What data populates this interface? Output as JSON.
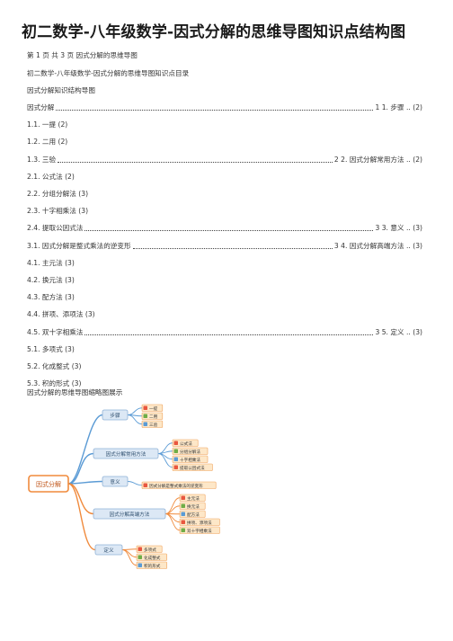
{
  "title": "初二数学-八年级数学-因式分解的思维导图知识点结构图",
  "page_info": "第 1 页 共 3 页 因式分解的思维导图",
  "subtitle": "初二数学-八年级数学-因式分解的思维导图知识点目录",
  "heading": "因式分解知识结构导图",
  "toc": [
    {
      "left": "因式分解",
      "right": "1 1. 步骤 .. (2)"
    },
    {
      "text": "1.1. 一提 (2)"
    },
    {
      "text": "1.2. 二用 (2)"
    },
    {
      "left": "1.3. 三验",
      "right": "2 2. 因式分解常用方法 .. (2)"
    },
    {
      "text": "2.1. 公式法 (2)"
    },
    {
      "text": "2.2. 分组分解法 (3)"
    },
    {
      "text": "2.3. 十字相乘法 (3)"
    },
    {
      "left": "2.4. 提取公因式法",
      "right": "3 3. 意义 .. (3)"
    },
    {
      "left": "3.1. 因式分解是整式乘法的逆变形",
      "right": "3 4. 因式分解高端方法 .. (3)"
    },
    {
      "text": "4.1. 主元法 (3)"
    },
    {
      "text": "4.2. 换元法 (3)"
    },
    {
      "text": "4.3. 配方法 (3)"
    },
    {
      "text": "4.4. 拼项、添项法 (3)"
    },
    {
      "left": "4.5. 双十字相乘法",
      "right": "3 5. 定义 .. (3)"
    },
    {
      "text": "5.1. 多项式 (3)"
    },
    {
      "text": "5.2. 化成整式 (3)"
    },
    {
      "text": "5.3. 积的形式 (3)"
    }
  ],
  "caption": "因式分解的思维导图缩略图展示",
  "mindmap": {
    "root": "因式分解",
    "branches": [
      {
        "label": "步骤",
        "children": [
          "一提",
          "二用",
          "三验"
        ]
      },
      {
        "label": "因式分解常用方法",
        "children": [
          "公式法",
          "分组分解法",
          "十字相乘法",
          "提取公因式法"
        ]
      },
      {
        "label": "意义",
        "children": [
          "因式分解是整式乘法的逆变形"
        ]
      },
      {
        "label": "因式分解高端方法",
        "children": [
          "主元法",
          "换元法",
          "配方法",
          "拼项、添项法",
          "双十字相乘法"
        ]
      },
      {
        "label": "定义",
        "children": [
          "多项式",
          "化成整式",
          "积的形式"
        ]
      }
    ],
    "colors": {
      "root_border": "#f08a3c",
      "branch_fill": "#dce8f5",
      "branch_border": "#8fb1d6",
      "leaf_fill": "#fde7c8",
      "leaf_border": "#f0a25a",
      "line_blue": "#5b9bd5",
      "line_orange": "#f08a3c",
      "marker_red": "#e9573f",
      "marker_green": "#70ad47",
      "marker_blue": "#5b9bd5"
    }
  }
}
